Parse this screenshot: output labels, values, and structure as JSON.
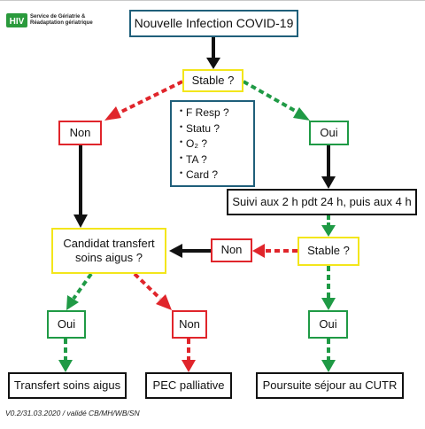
{
  "logo": {
    "mark_text": "HIV",
    "line1": "Service de Gériatrie &",
    "line2": "Réadaptation gériatrique"
  },
  "nodes": {
    "title": "Nouvelle Infection COVID-19",
    "stable_1": "Stable ?",
    "non_left": "Non",
    "oui_right": "Oui",
    "suivi": "Suivi aux 2 h pdt 24 h, puis aux 4 h",
    "candidat": "Candidat transfert soins aigus ?",
    "non_mid": "Non",
    "stable_2": "Stable ?",
    "oui_left": "Oui",
    "non_bottom": "Non",
    "oui_bottom": "Oui",
    "transfert": "Transfert soins aigus",
    "pec": "PEC palliative",
    "poursuite": "Poursuite séjour au CUTR"
  },
  "checklist": [
    "F Resp ?",
    "Statu ?",
    "O₂ ?",
    "TA ?",
    "Card ?"
  ],
  "footer": "V0.2/31.03.2020 / validé CB/MH/WB/SN",
  "colors": {
    "teal": "#1f5f7a",
    "yellow": "#f3e61b",
    "red": "#e0252b",
    "green": "#1f9a45",
    "black": "#111111",
    "logo_green": "#2a9a3c"
  }
}
